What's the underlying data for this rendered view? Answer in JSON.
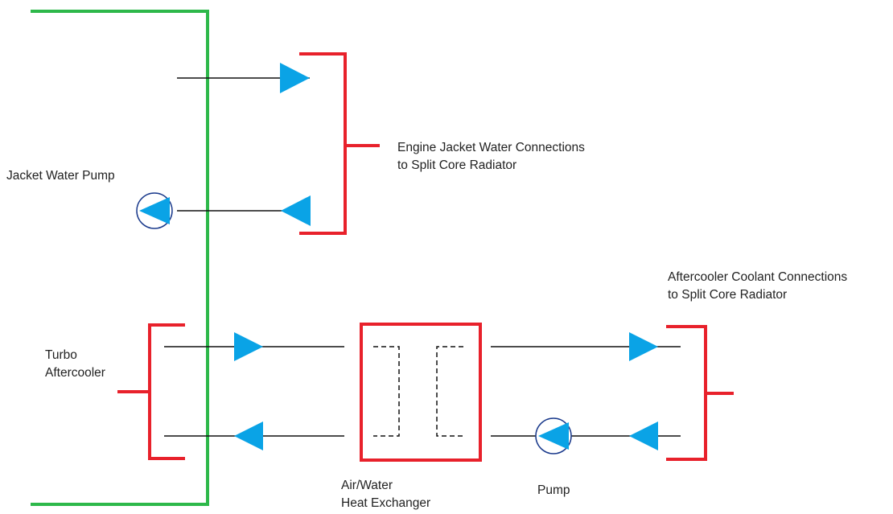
{
  "labels": {
    "jacket_pump": "Jacket Water Pump",
    "engine_connections": [
      "Engine Jacket Water Connections",
      "to Split Core Radiator"
    ],
    "aftercooler_connections": [
      "Aftercooler Coolant Connections",
      "to Split Core Radiator"
    ],
    "turbo_aftercooler": [
      "Turbo",
      "Aftercooler"
    ],
    "heat_exchanger": [
      "Air/Water",
      "Heat Exchanger"
    ],
    "pump": "Pump"
  },
  "colors": {
    "engine_outline": "#2db84a",
    "connection_bracket": "#e8212b",
    "flow_arrow": "#0aa3e6",
    "pump_circle": "#1a3a8c",
    "pipe_line": "#111111",
    "text": "#222222"
  },
  "icons": {
    "flow_arrow": "triangle-arrow-icon",
    "pump": "pump-icon"
  }
}
